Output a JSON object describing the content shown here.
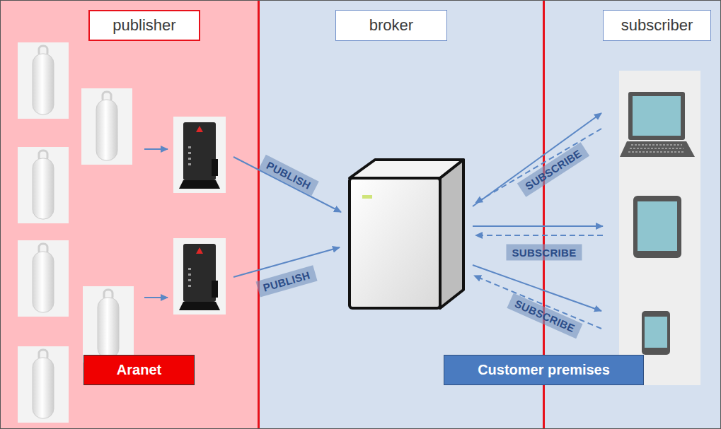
{
  "diagram": {
    "nodes": [
      {
        "text": [
          "publisher"
        ]
      },
      {
        "text": [
          "broker"
        ]
      },
      {
        "text": [
          "subscriber"
        ]
      },
      {
        "text": [
          "Aranet"
        ]
      },
      {
        "text": [
          "Customer premises"
        ]
      }
    ],
    "labels": [
      "PUBLISH",
      "PUBLISH",
      "SUBSCRIBE",
      "SUBSCRIBE",
      "SUBSCRIBE"
    ]
  }
}
